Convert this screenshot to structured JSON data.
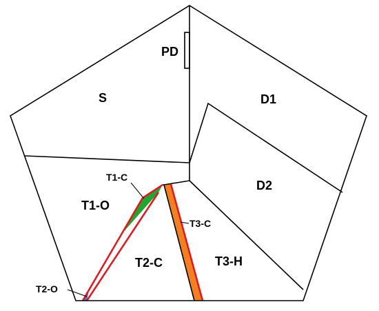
{
  "regions": {
    "S": {
      "label": "S"
    },
    "PD": {
      "label": "PD"
    },
    "D1": {
      "label": "D1"
    },
    "D2": {
      "label": "D2"
    },
    "T1O": {
      "label": "T1-O"
    },
    "T1C": {
      "label": "T1-C",
      "color": "#1fa531"
    },
    "T2C": {
      "label": "T2-C"
    },
    "T2O": {
      "label": "T2-O",
      "color": "#3a7fd4"
    },
    "T3C": {
      "label": "T3-C",
      "color": "#f47f20"
    },
    "T3H": {
      "label": "T3-H"
    }
  },
  "colors": {
    "outline": "#000000",
    "boundary": "#e8141b",
    "background": "#ffffff"
  }
}
